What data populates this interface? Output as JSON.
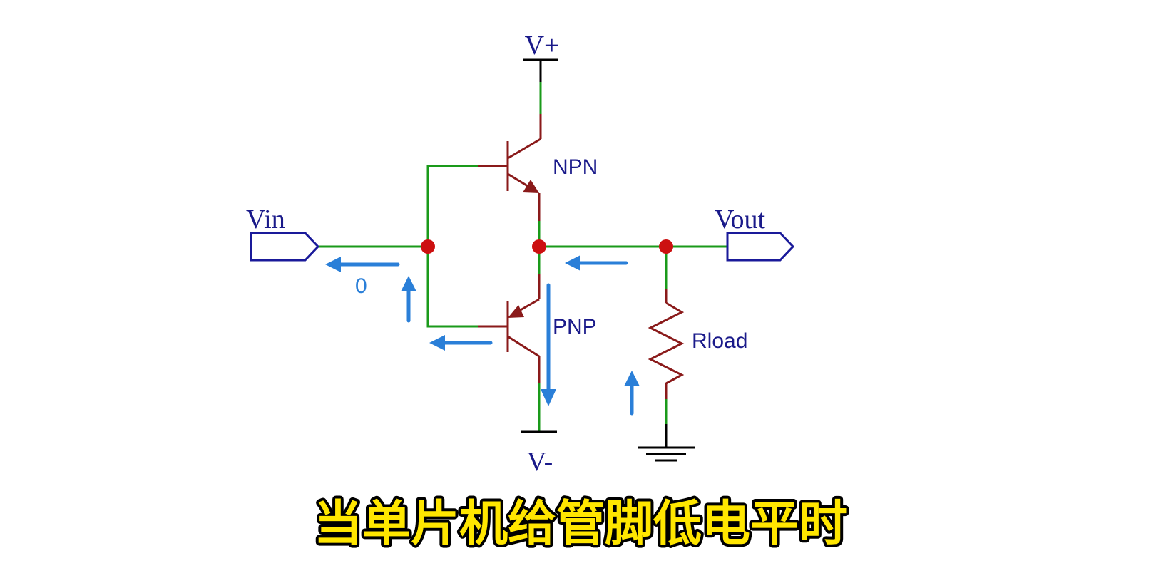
{
  "labels": {
    "vplus": "V+",
    "vminus": "V-",
    "vin": "Vin",
    "vout": "Vout",
    "npn": "NPN",
    "pnp": "PNP",
    "rload": "Rload",
    "zero": "0"
  },
  "caption": "当单片机给管脚低电平时",
  "colors": {
    "wire": "#1a9a1a",
    "component": "#8a1a1a",
    "junction": "#cc1010",
    "label": "#1a1a8a",
    "current_arrow": "#2a7fd8",
    "caption_fill": "#ffe600",
    "caption_stroke": "#000000"
  }
}
